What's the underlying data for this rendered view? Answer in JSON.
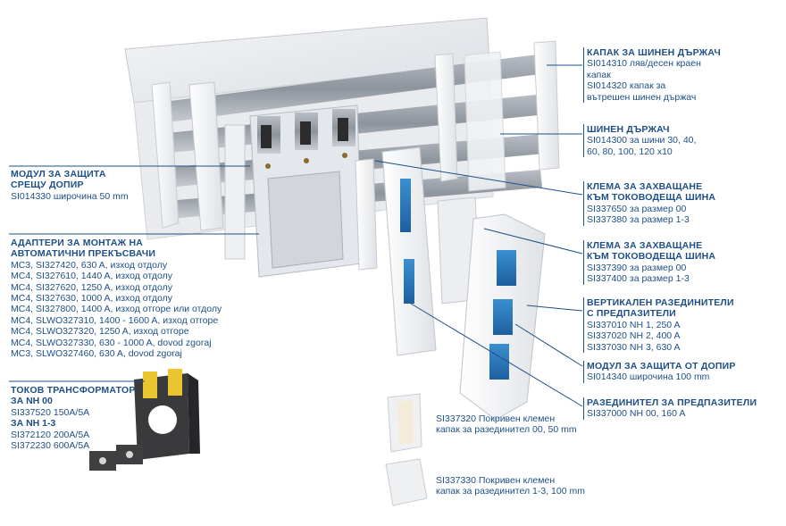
{
  "labels": {
    "busbar_cover": {
      "heading": "КАПАК ЗА ШИНЕН ДЪРЖАЧ",
      "lines": [
        "SI014310 ляв/десен краен",
        "капак",
        "SI014320 капак за",
        "вътрешен шинен държач"
      ]
    },
    "busbar_holder": {
      "heading": "ШИНЕН ДЪРЖАЧ",
      "lines": [
        "SI014300 за шини 30, 40,",
        "60, 80, 100, 120 x10"
      ]
    },
    "clamp_1": {
      "heading": [
        "КЛЕМА ЗА ЗАХВАЩАНЕ",
        "КЪМ ТОКОВОДЕЩА ШИНА"
      ],
      "lines": [
        "SI337650 за размер 00",
        "SI337380 за размер 1-3"
      ]
    },
    "clamp_2": {
      "heading": [
        "КЛЕМА ЗА ЗАХВАЩАНЕ",
        "КЪМ ТОКОВОДЕЩА ШИНА"
      ],
      "lines": [
        "SI337390 за размер 00",
        "SI337400 за размер 1-3"
      ]
    },
    "vertical_disconnector": {
      "heading": [
        "ВЕРТИКАЛЕН РАЗЕДИНИТЕЛИ",
        "С ПРЕДПАЗИТЕЛИ"
      ],
      "lines": [
        "SI337010 NH 1, 250 A",
        "SI337020 NH 2, 400 A",
        "SI337030 NH 3, 630 A"
      ]
    },
    "touch_protection_right": {
      "heading": "МОДУЛ ЗА ЗАЩИТА ОТ ДОПИР",
      "lines": [
        "SI014340 широчина 100 mm"
      ]
    },
    "fuse_disconnector": {
      "heading": "РАЗЕДИНИТЕЛ ЗА ПРЕДПАЗИТЕЛИ",
      "lines": [
        "SI337000 NH 00, 160 A"
      ]
    },
    "touch_protection_left": {
      "heading": [
        "МОДУЛ ЗА ЗАЩИТА",
        "СРЕЩУ ДОПИР"
      ],
      "lines": [
        "SI014330 широчина 50 mm"
      ]
    },
    "adapters": {
      "heading": [
        "АДАПТЕРИ ЗА МОНТАЖ НА",
        "АВТОМАТИЧНИ ПРЕКЪСВАЧИ"
      ],
      "lines": [
        "MC3, SI327420, 630 A, изход отдолу",
        "MC4, SI327610, 1440 A, изход отдолу",
        "MC4, SI327620, 1250 A, изход отдолу",
        "MC4, SI327630, 1000 A, изход отдолу",
        "MC4, SI327800, 1400 A, изход отгоре или отдолу",
        "MC4, SLWO327310, 1400 - 1600 A, изход отгоре",
        "MC4, SLWO327320, 1250 A, изход отгоре",
        "MC4, SLWO327330, 630 - 1000 A, dovod zgoraj",
        "MC3, SLWO327460, 630 A, dovod zgoraj"
      ]
    },
    "current_transformer": {
      "heading": "ТОКОВ ТРАНСФОРМАТОР",
      "sub1": "ЗА NH 00",
      "line1": "SI337520 150A/5A",
      "sub2": "ЗА NH 1-3",
      "lines2": [
        "SI372120 200A/5A",
        "SI372230 600A/5A"
      ]
    },
    "cover_00": {
      "lines": [
        "SI337320 Покривен клемен",
        "капак за разединител 00, 50 mm"
      ]
    },
    "cover_13": {
      "lines": [
        "SI337330 Покривен клемен",
        "капак за разединител 1-3, 100 mm"
      ]
    }
  },
  "colors": {
    "text": "#1d4f86",
    "accent": "#2f7fc1",
    "copper": "#333333",
    "yellow": "#e8c531"
  }
}
